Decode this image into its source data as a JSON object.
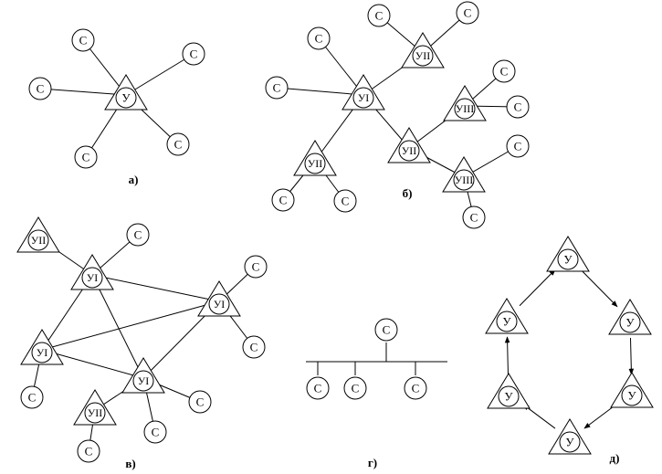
{
  "labels": {
    "station": "С",
    "node": "У",
    "node_1": "УI",
    "node_2": "УII",
    "node_3": "УIII"
  },
  "captions": {
    "a": "а)",
    "b": "б)",
    "v": "в)",
    "g": "г)",
    "d": "д)"
  }
}
